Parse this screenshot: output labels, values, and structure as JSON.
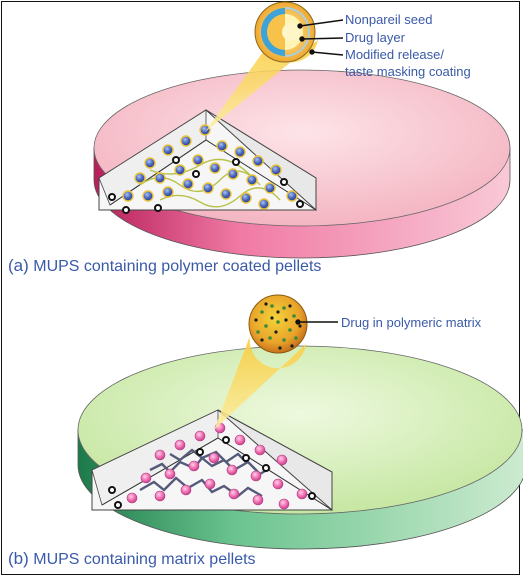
{
  "colors": {
    "text": "#3a5aa8",
    "dish_a_top": "#f7c8cf",
    "dish_a_side": "#e0407a",
    "dish_b_top": "#d7f0b8",
    "dish_b_side": "#2f9d63",
    "beam": "#f7d44a",
    "core_blue": "#5b6fc0",
    "pink_bead": "#f46fb0"
  },
  "panel_a": {
    "labels": {
      "seed": "Nonpareil seed",
      "drug": "Drug layer",
      "coating_line1": "Modified release/",
      "coating_line2": "taste masking coating"
    },
    "caption_tag": "(a)",
    "caption_text": "MUPS containing polymer coated pellets"
  },
  "panel_b": {
    "labels": {
      "matrix": "Drug in polymeric matrix"
    },
    "caption_tag": "(b)",
    "caption_text": "MUPS containing matrix pellets"
  }
}
